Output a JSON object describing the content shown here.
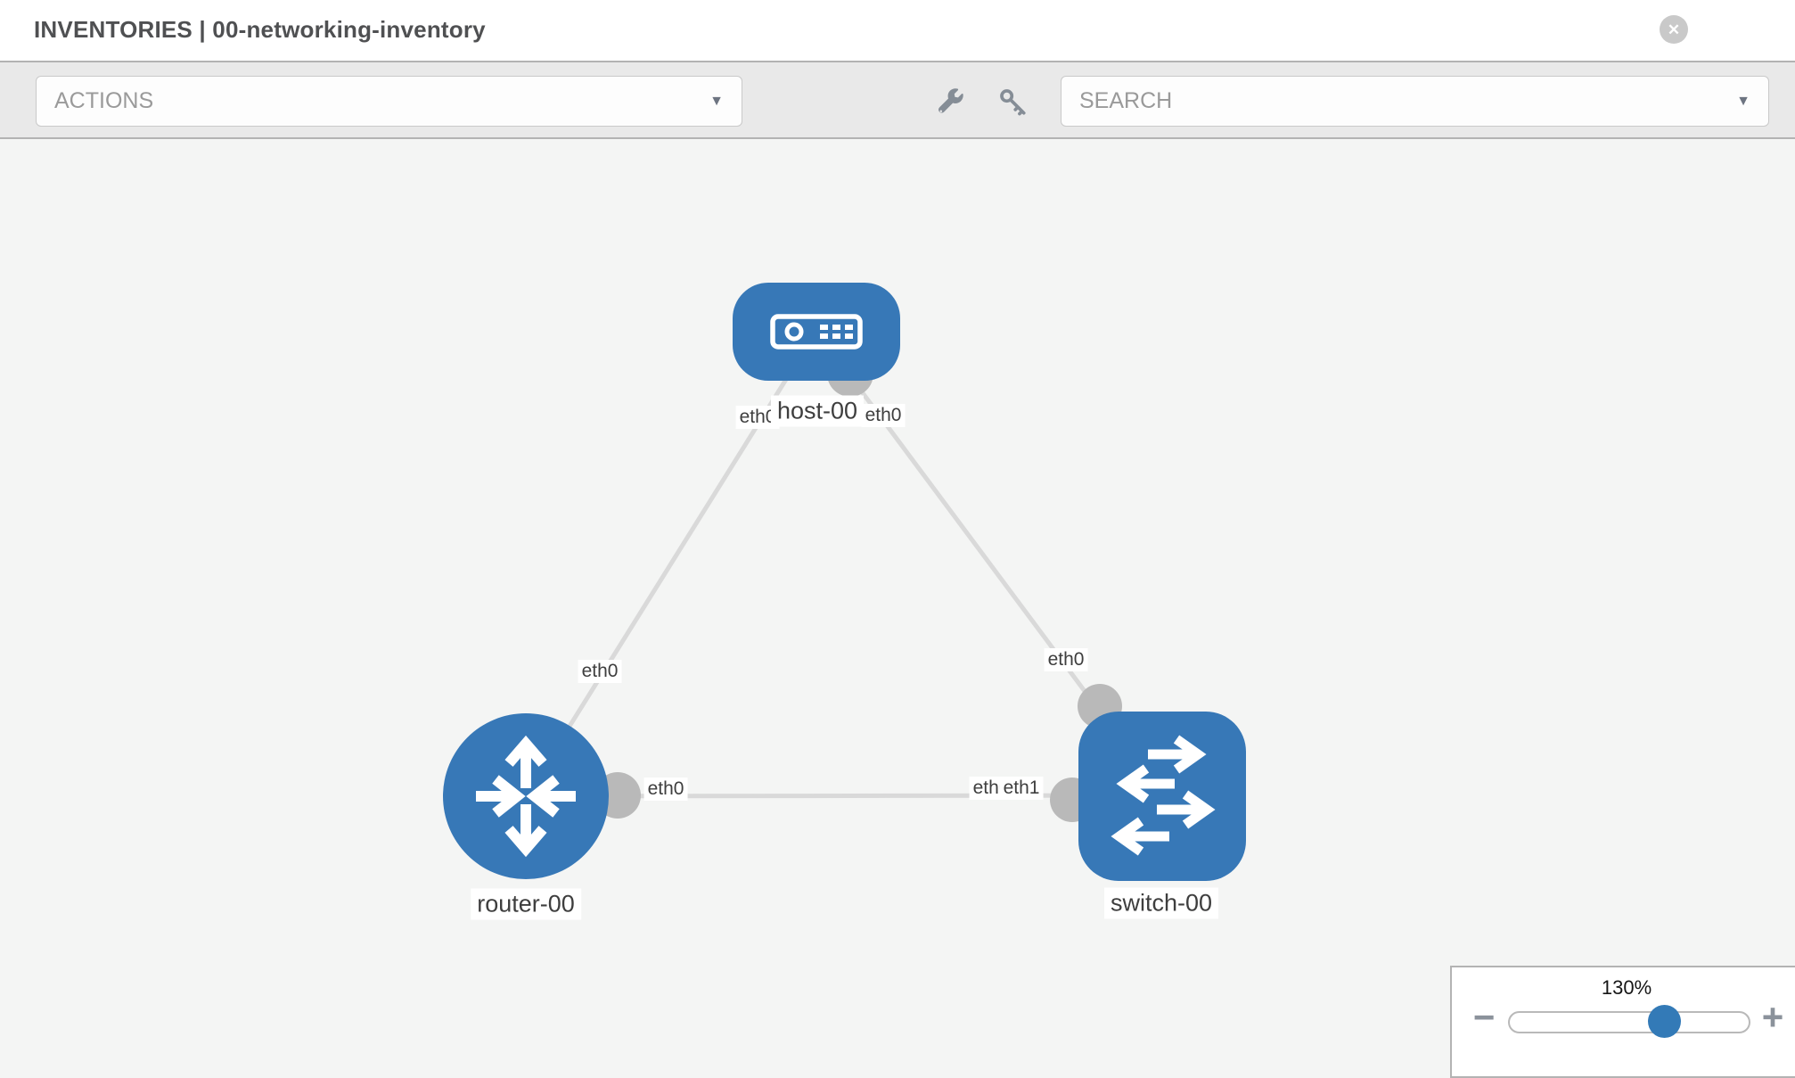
{
  "header": {
    "title": "INVENTORIES | 00-networking-inventory"
  },
  "icons": {
    "close": "✕",
    "chevron_down": "▼",
    "wrench": "wrench-icon",
    "key": "key-icon",
    "minus": "−",
    "plus": "+"
  },
  "toolbar": {
    "actions_label": "ACTIONS",
    "search_placeholder": "SEARCH"
  },
  "zoom_panel": {
    "level": "130%",
    "percent": 130
  },
  "colors": {
    "node_blue": "#3778b7",
    "accent_blue": "#337ab7",
    "link_gray": "#d9d9d9",
    "connector_gray": "#b9b9b9"
  },
  "topology": {
    "nodes": [
      {
        "id": "host-00",
        "type": "host"
      },
      {
        "id": "router-00",
        "type": "router"
      },
      {
        "id": "switch-00",
        "type": "switch"
      }
    ],
    "links": [
      {
        "source": "host-00",
        "source_interface": "eth0",
        "target": "router-00",
        "target_interface": "eth0"
      },
      {
        "source": "host-00",
        "source_interface": "eth0",
        "target": "switch-00",
        "target_interface": "eth0"
      },
      {
        "source": "router-00",
        "source_interface": "eth0",
        "target": "switch-00",
        "target_interface": "eth1"
      }
    ],
    "labels": {
      "host": "host-00",
      "host_if_left": "eth0",
      "host_if_right": "eth0",
      "router": "router-00",
      "router_if_top": "eth0",
      "router_if_right": "eth0",
      "switch": "switch-00",
      "switch_if_top": "eth0",
      "switch_if_left_under": "eth0",
      "switch_if_left": "eth1"
    }
  }
}
